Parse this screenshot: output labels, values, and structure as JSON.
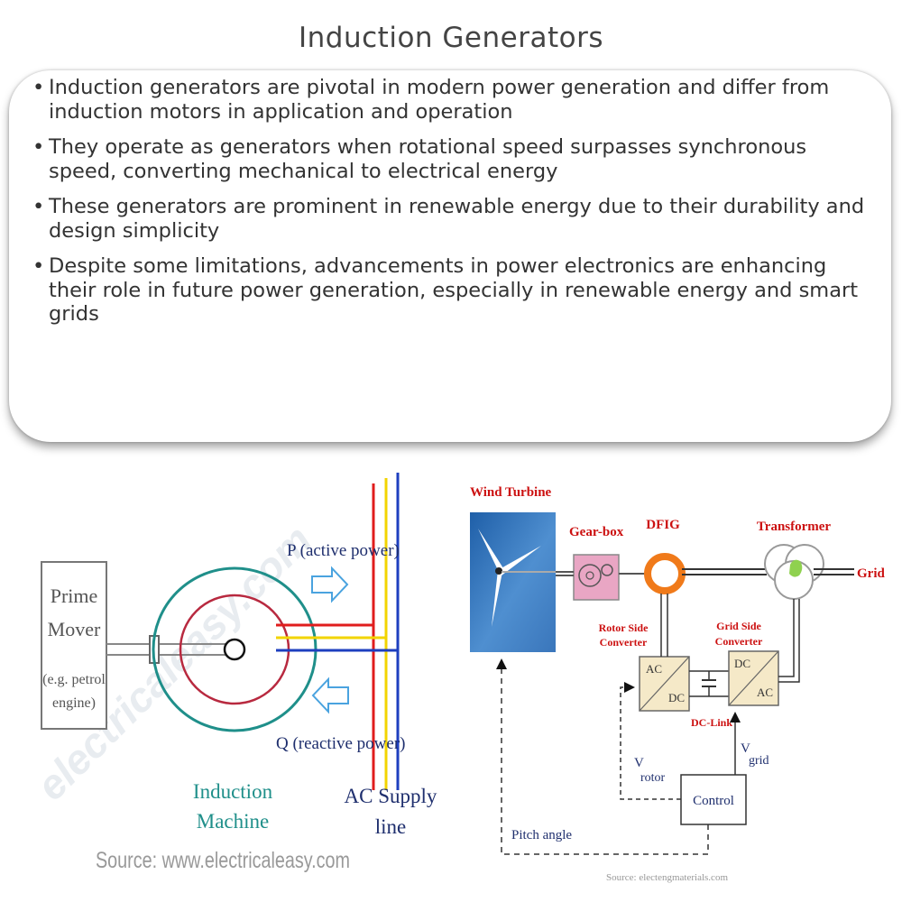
{
  "title": "Induction Generators",
  "bullets": [
    "Induction generators are pivotal in modern power generation and differ from induction motors in application and operation",
    "They operate as generators when rotational speed surpasses synchronous speed, converting mechanical to electrical energy",
    "These generators are prominent in renewable energy due to their durability and design simplicity",
    "Despite some limitations, advancements in power electronics are enhancing their role in future power generation, especially in renewable energy and smart grids"
  ],
  "left_diagram": {
    "prime_mover": [
      "Prime",
      "Mover",
      "(e.g. petrol",
      "engine)"
    ],
    "p_label": "P (active power)",
    "q_label": "Q (reactive power)",
    "machine_label": [
      "Induction",
      "Machine"
    ],
    "supply_label": [
      "AC Supply",
      "line"
    ],
    "watermark": "electricaleasy.com",
    "source": "Source: www.electricaleasy.com"
  },
  "right_diagram": {
    "wind_turbine": "Wind Turbine",
    "gearbox": "Gear-box",
    "dfig": "DFIG",
    "transformer": "Transformer",
    "grid": "Grid",
    "rotor_side": [
      "Rotor Side",
      "Converter"
    ],
    "grid_side": [
      "Grid Side",
      "Converter"
    ],
    "ac": "AC",
    "dc": "DC",
    "dc_link": "DC-Link",
    "v": "V",
    "rotor": "rotor",
    "grid_sub": "grid",
    "control": "Control",
    "pitch_angle": "Pitch angle",
    "source": "Source: electengmaterials.com"
  },
  "colors": {
    "title": "#444444",
    "text": "#333333",
    "red_label": "#cc1111",
    "teal": "#1f8f8a",
    "navy": "#1f2f6e",
    "dfig_orange": "#f07a1a",
    "gearbox_pink": "#e9a6c4",
    "transformer_green": "#8fd14f"
  }
}
